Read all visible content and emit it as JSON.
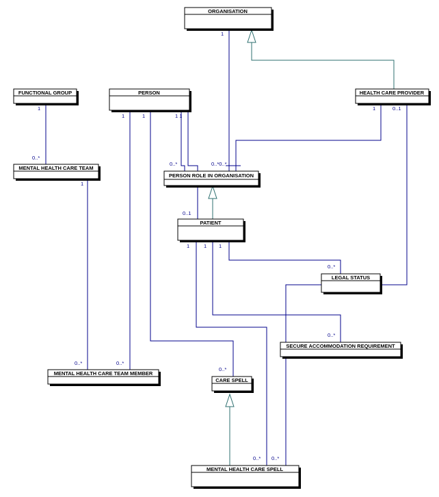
{
  "classes": {
    "organisation": "ORGANISATION",
    "functional_group": "FUNCTIONAL GROUP",
    "person": "PERSON",
    "health_care_provider": "HEALTH CARE PROVIDER",
    "mental_health_care_team": "MENTAL HEALTH CARE TEAM",
    "person_role_in_organisation": "PERSON ROLE IN ORGANISATION",
    "patient": "PATIENT",
    "legal_status": "LEGAL STATUS",
    "secure_accommodation_requirement": "SECURE ACCOMMODATION REQUIREMENT",
    "mental_health_care_team_member": "MENTAL HEALTH CARE TEAM MEMBER",
    "care_spell": "CARE SPELL",
    "mental_health_care_spell": "MENTAL HEALTH CARE SPELL"
  },
  "multiplicities": {
    "org_one": "1",
    "fg_one": "1",
    "person_one_a": "1",
    "person_one_b": "1",
    "person_one_c": "1 1",
    "hcp_one": "1",
    "hcp_zero_one": "0..1",
    "mhct_many": "0..*",
    "mhct_one": "1",
    "prio_many_person": "0..*",
    "prio_many_org": "0..*0..*",
    "prio_zero_one": "0..1",
    "patient_one_a": "1",
    "patient_one_b": "1",
    "patient_one_c": "1",
    "legal_status_many": "0..*",
    "sar_many": "0..*",
    "member_many_team": "0..*",
    "member_many_person": "0..*",
    "care_spell_many": "0..*",
    "mhcs_many_patient": "0..*",
    "mhcs_many_hcp": "0..*"
  },
  "colors": {
    "association": "#00008b",
    "inheritance": "#2e6f6f",
    "class_border": "#000000"
  }
}
